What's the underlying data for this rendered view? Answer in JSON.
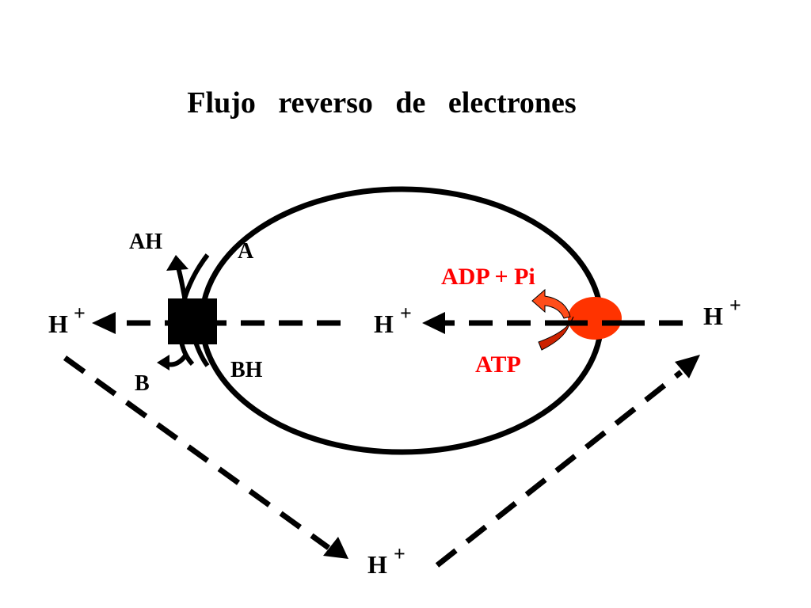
{
  "title": "Flujo   reverso   de   electrones",
  "labels": {
    "ah": "AH",
    "a": "A",
    "b": "B",
    "bh": "BH",
    "adp_pi": "ADP + Pi",
    "atp": "ATP"
  },
  "protons": {
    "left": {
      "base": "H",
      "sup": "+"
    },
    "center": {
      "base": "H",
      "sup": "+"
    },
    "right": {
      "base": "H",
      "sup": "+"
    },
    "bottom": {
      "base": "H",
      "sup": "+"
    }
  },
  "colors": {
    "line": "#000000",
    "atp_text": "#ff0000",
    "synthase_fill": "#ff3300",
    "arrow_upper": "#ff4d1a",
    "arrow_lower": "#cc2200"
  }
}
